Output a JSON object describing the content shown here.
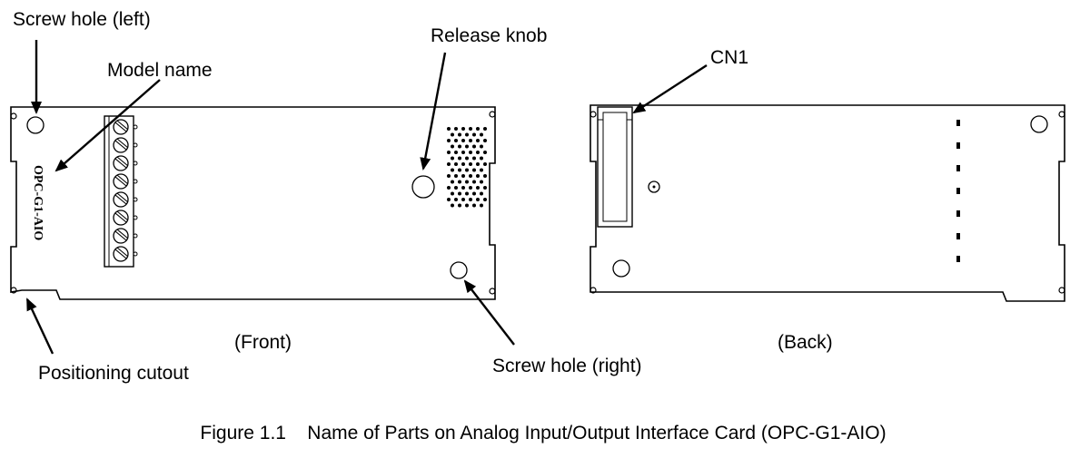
{
  "labels": {
    "screw_hole_left": "Screw hole (left)",
    "model_name": "Model name",
    "release_knob": "Release knob",
    "cn1": "CN1",
    "front": "(Front)",
    "back": "(Back)",
    "positioning_cutout": "Positioning cutout",
    "screw_hole_right": "Screw hole (right)"
  },
  "card_model_text": "OPC-G1-AIO",
  "caption": "Figure 1.1    Name of Parts on Analog Input/Output Interface Card (OPC-G1-AIO)"
}
